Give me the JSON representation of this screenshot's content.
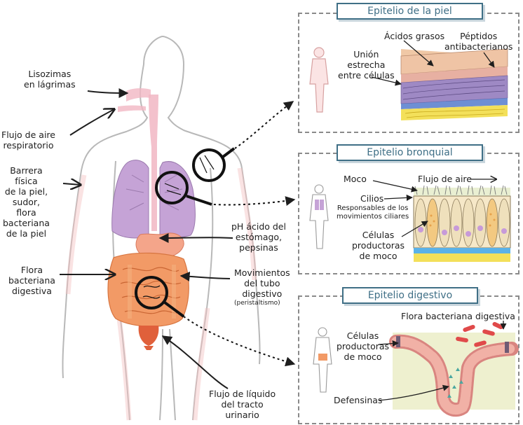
{
  "body_labels": {
    "lisozimas": "Lisozimas\nen lágrimas",
    "flujo_aire_resp": "Flujo de aire\nrespiratorio",
    "barrera": "Barrera\nfísica\nde la piel,\nsudor,\nflora\nbacteriana\nde la piel",
    "flora_digestiva": "Flora\nbacteriana\ndigestiva",
    "ph_acido": "pH ácido del\nestómago,\npepsinas",
    "movimientos": "Movimientos\ndel tubo\ndigestivo",
    "peristaltismo": "(peristaltismo)",
    "flujo_liquido": "Flujo de líquido\ndel tracto\nurinario"
  },
  "panels": {
    "piel": {
      "title": "Epitelio de la piel",
      "union": "Unión\nestrecha\nentre células",
      "acidos": "Ácidos grasos",
      "peptidos": "Péptidos\nantibacterianos"
    },
    "bronquial": {
      "title": "Epitelio bronquial",
      "moco": "Moco",
      "flujo_aire": "Flujo de aire",
      "cilios": "Cilios",
      "responsables": "Responsables de los\nmovimientos ciliares",
      "celulas": "Células\nproductoras\nde moco"
    },
    "digestivo": {
      "title": "Epitelio digestivo",
      "flora": "Flora bacteriana digestiva",
      "celulas": "Células\nproductoras\nde moco",
      "defensinas": "Defensinas"
    }
  },
  "colors": {
    "title_border": "#3f6f86",
    "skin": "#f3c2c2",
    "lung": "#c5a3d6",
    "intestine": "#f29a66",
    "stomach": "#f4a58a",
    "bladder": "#e0603b",
    "trachea": "#f1b6c3",
    "body_outline": "#b8b8b8"
  }
}
